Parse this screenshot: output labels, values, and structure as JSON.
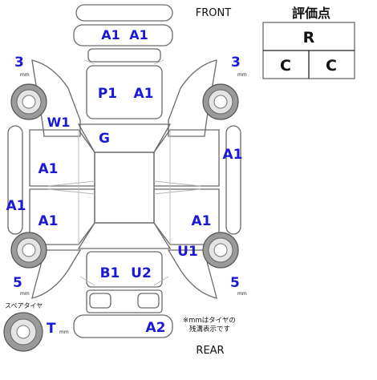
{
  "front_label": "FRONT",
  "rear_label": "REAR",
  "grade": {
    "title": "評価点",
    "overall": "R",
    "interior": "C",
    "exterior": "C"
  },
  "tires": {
    "front_left": {
      "depth": "3",
      "unit": "mm"
    },
    "front_right": {
      "depth": "3",
      "unit": "mm"
    },
    "rear_left": {
      "depth": "5",
      "unit": "mm"
    },
    "rear_right": {
      "depth": "5",
      "unit": "mm"
    },
    "spare": {
      "label": "スペアタイヤ",
      "depth": "T",
      "unit": "mm"
    }
  },
  "damage_codes": {
    "front_bumper_left": "A1",
    "front_bumper_right": "A1",
    "hood_p": "P1",
    "hood_a": "A1",
    "windshield": "W1",
    "roof": "G",
    "left_front_door": "A1",
    "left_rocker": "A1",
    "left_rear_door": "A1",
    "right_front_fender": "A1",
    "right_rear_door": "A1",
    "right_rear_quarter": "U1",
    "trunk_b": "B1",
    "trunk_u": "U2",
    "rear_bumper": "A2"
  },
  "note_line1": "※mmはタイヤの",
  "note_line2": "残溝表示です"
}
